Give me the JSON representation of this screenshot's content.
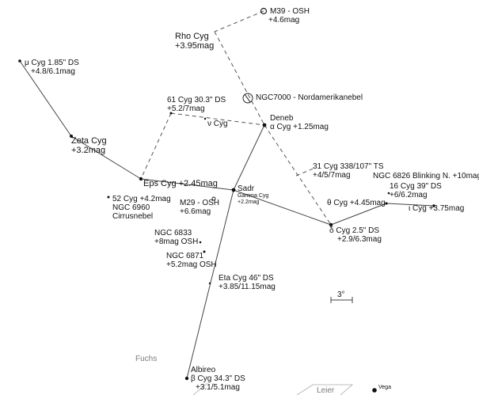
{
  "colors": {
    "lines": "#444444",
    "dashed": "#555555",
    "constellation_border": "#999999",
    "text": "#111111"
  },
  "labels": {
    "m39": {
      "name": "M39 - OSH",
      "mag": "+4.6mag"
    },
    "rho": {
      "name": "Rho Cyg",
      "mag": "+3.95mag"
    },
    "mu": {
      "name": "μ Cyg 1.85\" DS",
      "mag": "+4.8/6.1mag"
    },
    "ngc7000": {
      "name": "NGC7000 - Nordamerikanebel"
    },
    "cyg61": {
      "name": "61 Cyg 30.3\" DS",
      "mag": "+5.2/7mag"
    },
    "nu": {
      "name": "ν Cyg"
    },
    "deneb": {
      "name": "Deneb",
      "mag": "α Cyg +1.25mag"
    },
    "zeta": {
      "name": "Zeta Cyg",
      "mag": "+3.2mag"
    },
    "cyg31": {
      "name": "31 Cyg 338/107\" TS",
      "mag": "+4/5/7mag"
    },
    "ngc6826": {
      "name": "NGC 6826 Blinking N. +10mag"
    },
    "cyg16": {
      "name": "16 Cyg 39\" DS",
      "mag": "+6/6.2mag"
    },
    "eps": {
      "name": "Eps Cyg +2.45mag"
    },
    "sadr": {
      "name": "Sadr",
      "sub": "Gamma Cyg",
      "mag": "+2.2mag"
    },
    "cyg52": {
      "name": "52 Cyg +4.2mag",
      "ngc": "NGC 6960",
      "nebula": "Cirrusnebel"
    },
    "m29": {
      "name": "M29 - OSH",
      "mag": "+6.6mag"
    },
    "theta": {
      "name": "θ Cyg +4.45mag"
    },
    "iota": {
      "name": "ι Cyg +3.75mag"
    },
    "delta": {
      "name": "δ Cyg 2.5\" DS",
      "mag": "+2.9/6.3mag"
    },
    "ngc6833": {
      "name": "NGC 6833",
      "mag": "+8mag OSH"
    },
    "ngc6871": {
      "name": "NGC 6871",
      "mag": "+5.2mag OSH"
    },
    "eta": {
      "name": "Eta Cyg  46\" DS",
      "mag": "+3.85/11.15mag"
    },
    "scale": {
      "text": "3°"
    },
    "albireo": {
      "name": "Albireo",
      "line2": "β Cyg 34.3\" DS",
      "mag": "+3.1/5.1mag"
    },
    "fuchs": {
      "name": "Fuchs"
    },
    "leier": {
      "name": "Leier"
    },
    "vega": {
      "name": "Vega"
    }
  }
}
